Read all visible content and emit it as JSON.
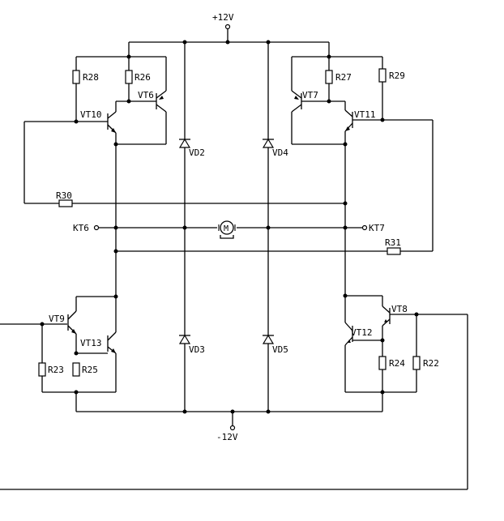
{
  "rails": {
    "positive": "+12V",
    "negative": "-12V"
  },
  "terminals": {
    "left": "KT6",
    "right": "KT7"
  },
  "motor": {
    "symbol": "M"
  },
  "transistors": {
    "vt6": "VT6",
    "vt7": "VT7",
    "vt8": "VT8",
    "vt9": "VT9",
    "vt10": "VT10",
    "vt11": "VT11",
    "vt12": "VT12",
    "vt13": "VT13"
  },
  "diodes": {
    "vd2": "VD2",
    "vd3": "VD3",
    "vd4": "VD4",
    "vd5": "VD5"
  },
  "resistors": {
    "r22": "R22",
    "r23": "R23",
    "r24": "R24",
    "r25": "R25",
    "r26": "R26",
    "r27": "R27",
    "r28": "R28",
    "r29": "R29",
    "r30": "R30",
    "r31": "R31"
  }
}
